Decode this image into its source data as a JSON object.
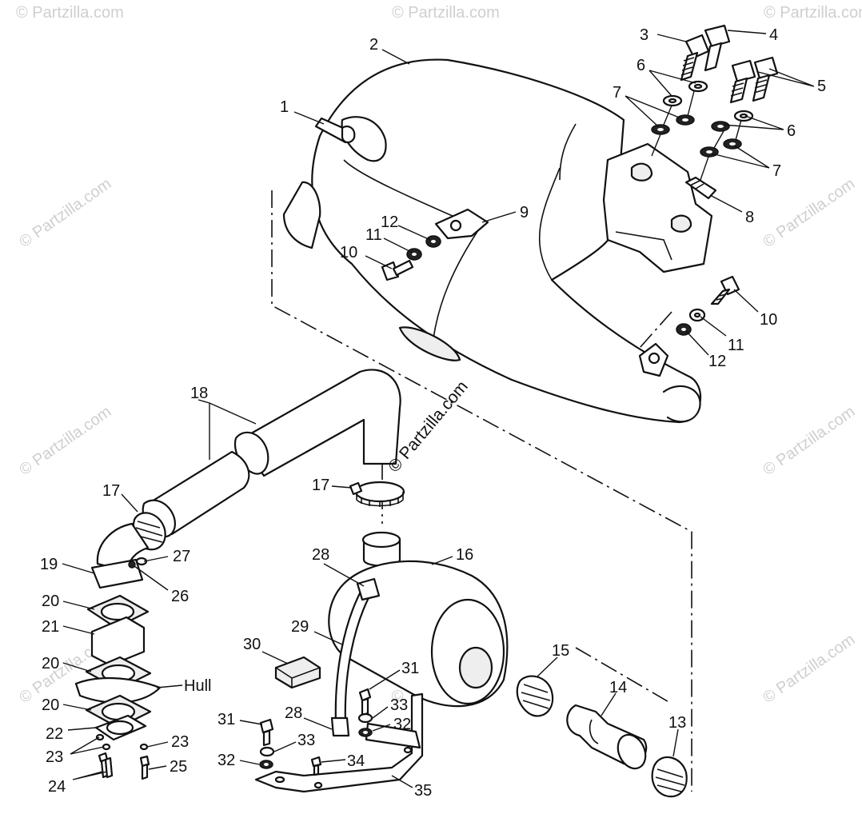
{
  "watermark": {
    "text": "© Partzilla.com"
  },
  "callouts": [
    {
      "id": "1",
      "text": "1"
    },
    {
      "id": "2",
      "text": "2"
    },
    {
      "id": "3",
      "text": "3"
    },
    {
      "id": "4",
      "text": "4"
    },
    {
      "id": "5",
      "text": "5"
    },
    {
      "id": "6a",
      "text": "6"
    },
    {
      "id": "6b",
      "text": "6"
    },
    {
      "id": "7a",
      "text": "7"
    },
    {
      "id": "7b",
      "text": "7"
    },
    {
      "id": "8",
      "text": "8"
    },
    {
      "id": "9",
      "text": "9"
    },
    {
      "id": "10a",
      "text": "10"
    },
    {
      "id": "10b",
      "text": "10"
    },
    {
      "id": "11a",
      "text": "11"
    },
    {
      "id": "11b",
      "text": "11"
    },
    {
      "id": "12a",
      "text": "12"
    },
    {
      "id": "12b",
      "text": "12"
    },
    {
      "id": "13",
      "text": "13"
    },
    {
      "id": "14",
      "text": "14"
    },
    {
      "id": "15",
      "text": "15"
    },
    {
      "id": "16",
      "text": "16"
    },
    {
      "id": "17a",
      "text": "17"
    },
    {
      "id": "17b",
      "text": "17"
    },
    {
      "id": "18",
      "text": "18"
    },
    {
      "id": "19",
      "text": "19"
    },
    {
      "id": "20a",
      "text": "20"
    },
    {
      "id": "20b",
      "text": "20"
    },
    {
      "id": "20c",
      "text": "20"
    },
    {
      "id": "21",
      "text": "21"
    },
    {
      "id": "hull",
      "text": "Hull"
    },
    {
      "id": "22",
      "text": "22"
    },
    {
      "id": "23a",
      "text": "23"
    },
    {
      "id": "23b",
      "text": "23"
    },
    {
      "id": "24",
      "text": "24"
    },
    {
      "id": "25",
      "text": "25"
    },
    {
      "id": "26",
      "text": "26"
    },
    {
      "id": "27",
      "text": "27"
    },
    {
      "id": "28a",
      "text": "28"
    },
    {
      "id": "28b",
      "text": "28"
    },
    {
      "id": "29",
      "text": "29"
    },
    {
      "id": "30",
      "text": "30"
    },
    {
      "id": "31a",
      "text": "31"
    },
    {
      "id": "31b",
      "text": "31"
    },
    {
      "id": "32a",
      "text": "32"
    },
    {
      "id": "32b",
      "text": "32"
    },
    {
      "id": "33a",
      "text": "33"
    },
    {
      "id": "33b",
      "text": "33"
    },
    {
      "id": "34",
      "text": "34"
    },
    {
      "id": "35",
      "text": "35"
    }
  ]
}
